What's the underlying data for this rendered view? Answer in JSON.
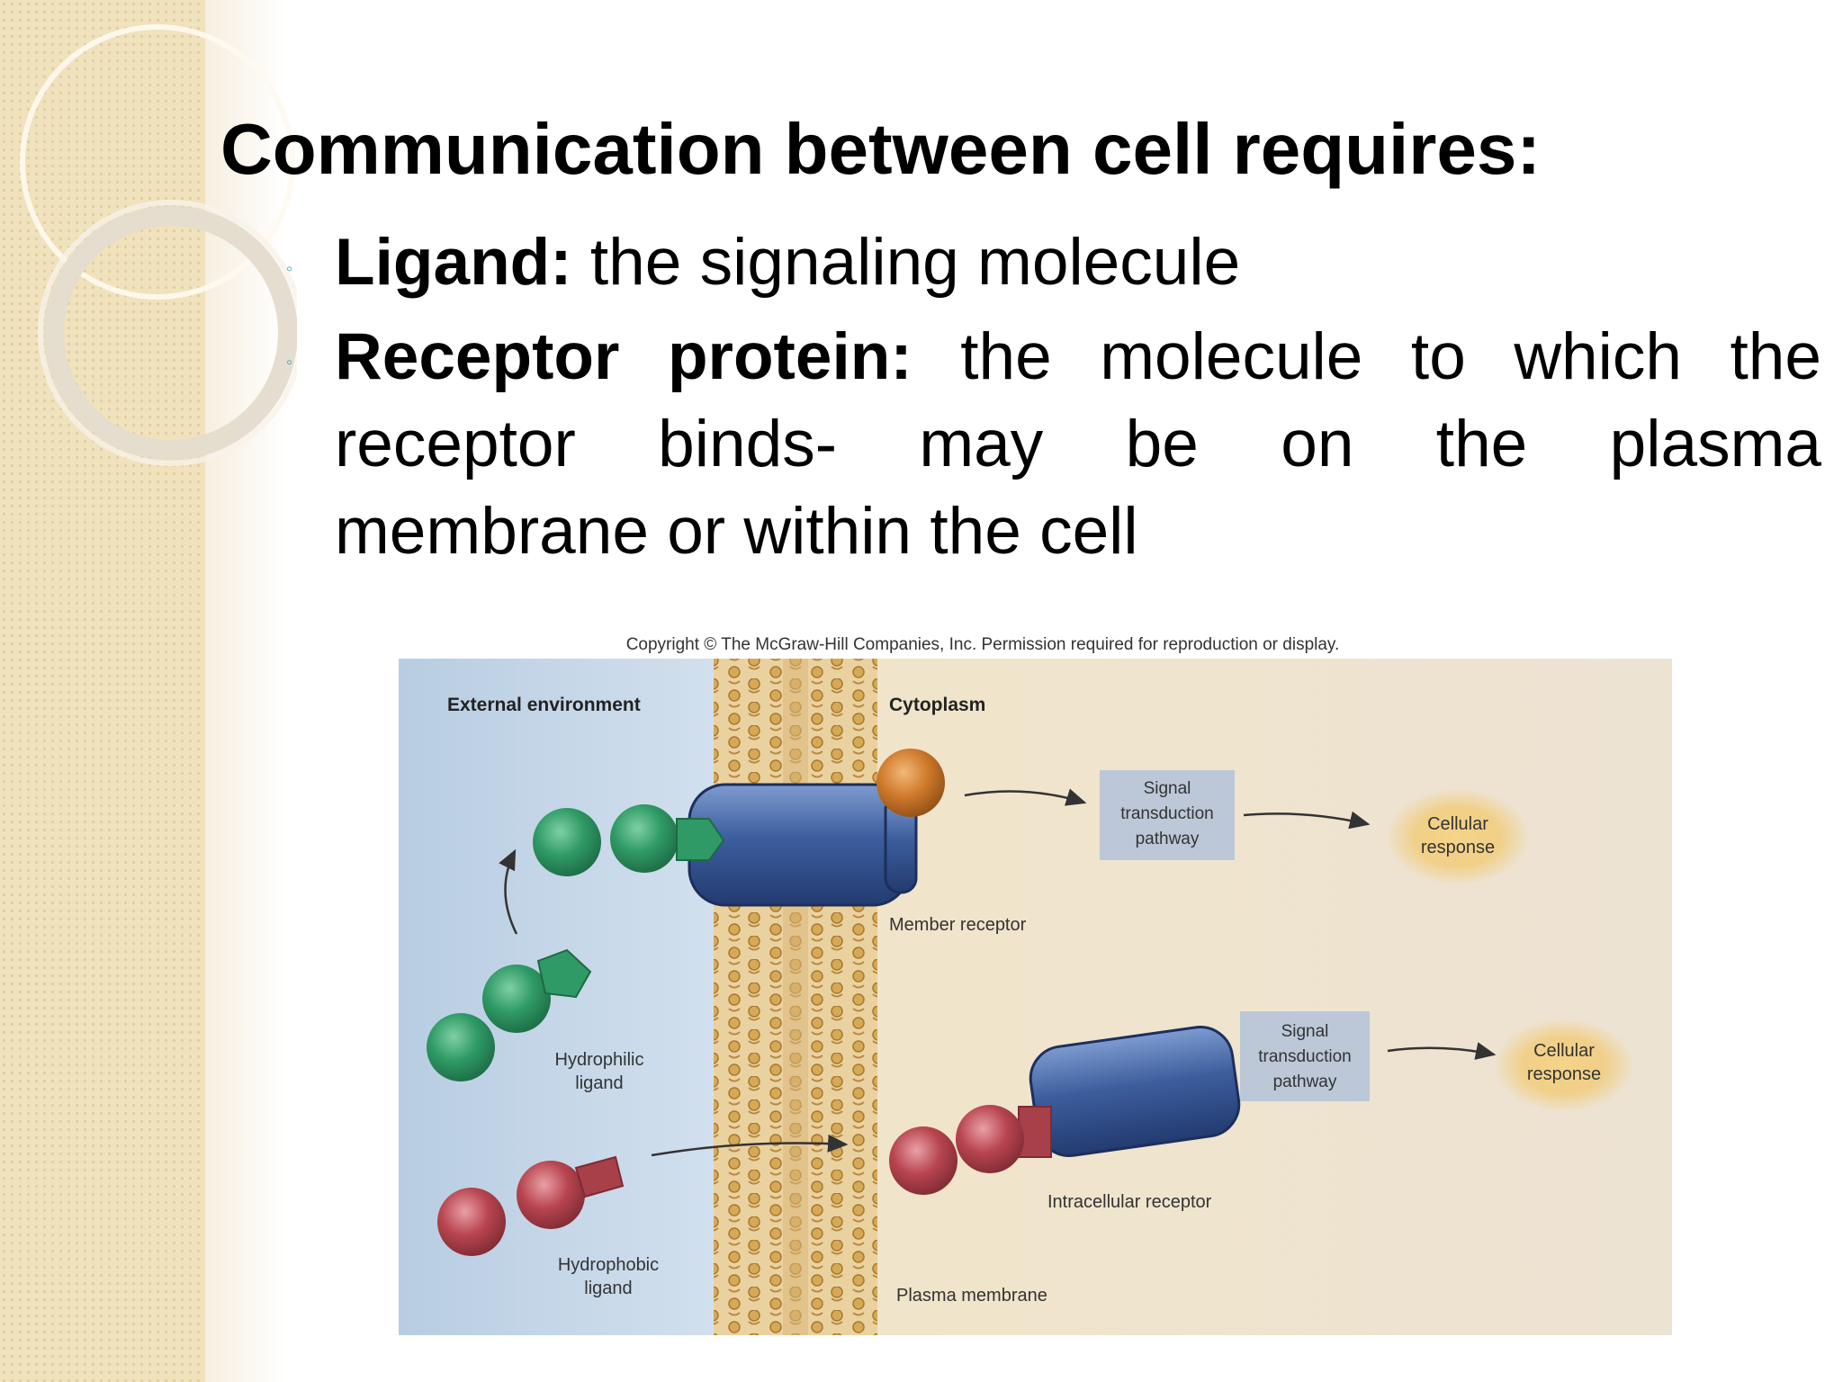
{
  "slide": {
    "title": "Communication between cell requires:",
    "bullets": [
      {
        "term": "Ligand:",
        "definition": "the signaling molecule"
      },
      {
        "term": "Receptor protein:",
        "definition_lines": [
          "the molecule to which the",
          "receptor binds- may be on the plasma",
          "membrane or within the cell"
        ]
      }
    ],
    "bullet_glyph": "◦"
  },
  "figure": {
    "copyright": "Copyright © The McGraw-Hill Companies, Inc. Permission required for reproduction or display.",
    "external_environment": "External environment",
    "cytoplasm": "Cytoplasm",
    "signal_pathway": [
      "Signal",
      "transduction",
      "pathway"
    ],
    "cellular_response": [
      "Cellular",
      "response"
    ],
    "member_receptor": "Member receptor",
    "hydrophilic_ligand": [
      "Hydrophilic",
      "ligand"
    ],
    "hydrophobic_ligand": [
      "Hydrophobic",
      "ligand"
    ],
    "intracellular_receptor": "Intracellular receptor",
    "plasma_membrane": "Plasma membrane",
    "colors": {
      "external": "#bcd0e4",
      "cytoplasm": "#efe3cc",
      "receptor": "#3c5d9c",
      "hydrophilic": "#2f9a66",
      "hydrophobic": "#b8454f",
      "signal_box": "#bcc8d8",
      "response_glow": "#f2c35a"
    }
  }
}
